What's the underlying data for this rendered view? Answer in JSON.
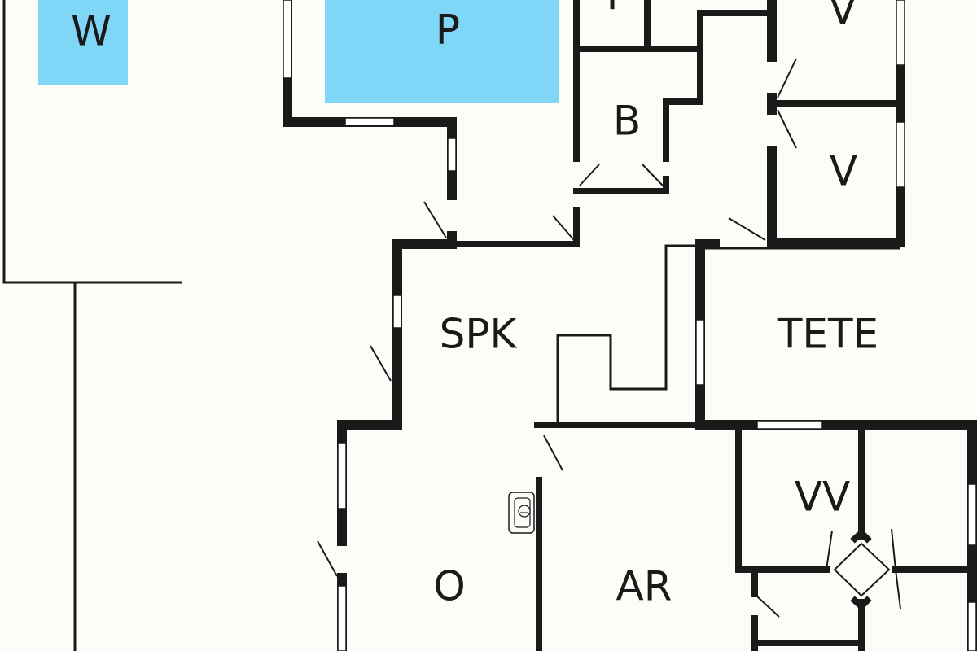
{
  "colors": {
    "background": "#fdfdf8",
    "wall": "#1a1a1a",
    "water": "#7fd6f7"
  },
  "rooms": [
    {
      "id": "w",
      "label": "W"
    },
    {
      "id": "p",
      "label": "P"
    },
    {
      "id": "t",
      "label": "T"
    },
    {
      "id": "v1",
      "label": "V"
    },
    {
      "id": "b",
      "label": "B"
    },
    {
      "id": "v2",
      "label": "V"
    },
    {
      "id": "spk",
      "label": "SPK"
    },
    {
      "id": "tete",
      "label": "TETE"
    },
    {
      "id": "vv",
      "label": "VV"
    },
    {
      "id": "o",
      "label": "O"
    },
    {
      "id": "ar",
      "label": "AR"
    }
  ],
  "icons": {
    "toilet": "toilet-icon"
  }
}
